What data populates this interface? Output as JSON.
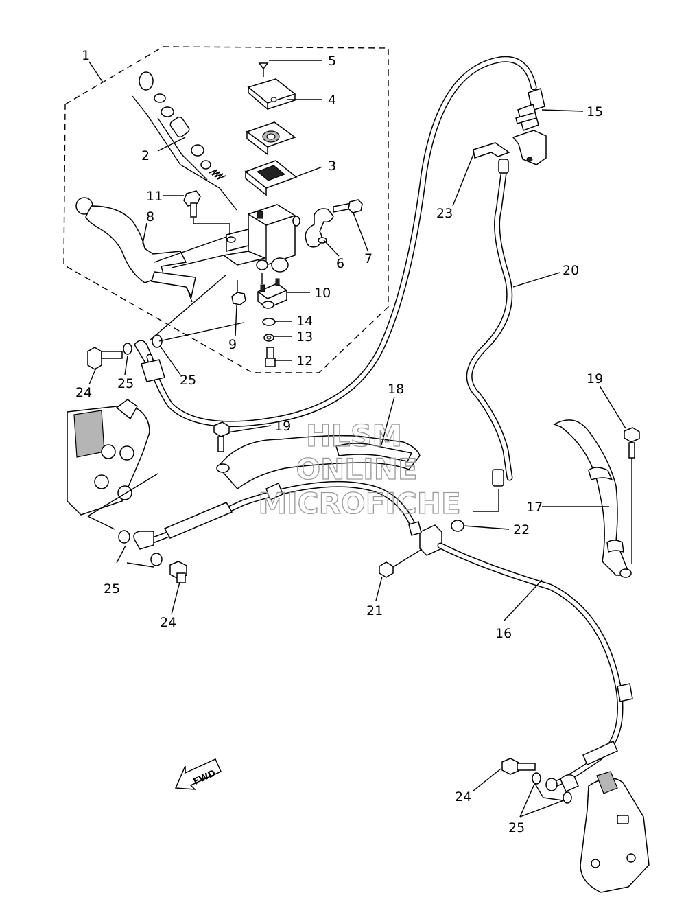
{
  "callouts": {
    "c1": "1",
    "c2": "2",
    "c3": "3",
    "c4": "4",
    "c5": "5",
    "c6": "6",
    "c7": "7",
    "c8": "8",
    "c9": "9",
    "c10": "10",
    "c11": "11",
    "c12": "12",
    "c13": "13",
    "c14": "14",
    "c15": "15",
    "c16": "16",
    "c17": "17",
    "c18": "18",
    "c19a": "19",
    "c19b": "19",
    "c20": "20",
    "c21": "21",
    "c22": "22",
    "c23": "23",
    "c24a": "24",
    "c24b": "24",
    "c24c": "24",
    "c25a": "25",
    "c25b": "25",
    "c25c": "25",
    "c25d": "25"
  },
  "watermark": {
    "line1": "HLSM",
    "line2": "ONLINE",
    "line3": "MICROFICHE"
  },
  "fwd_label": "FWD"
}
